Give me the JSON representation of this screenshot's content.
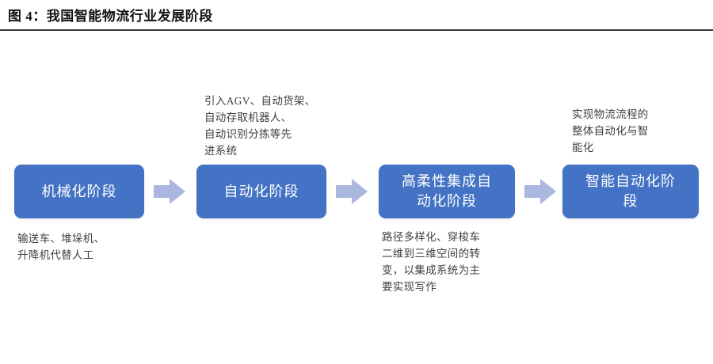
{
  "header": {
    "figure_title": "图 4：我国智能物流行业发展阶段"
  },
  "colors": {
    "box_fill": "#4472C4",
    "box_text": "#FFFFFF",
    "arrow_fill": "#AAB7DE",
    "note_text": "#404040",
    "rule": "#3A3A3A",
    "background": "#FFFFFF"
  },
  "diagram": {
    "type": "horizontal-process-flow",
    "stage_count": 4,
    "arrow_count": 3,
    "stages": [
      {
        "id": "stage-1",
        "label": "机械化阶段",
        "note_position": "below",
        "note": "输送车、堆垛机、\n升降机代替人工"
      },
      {
        "id": "stage-2",
        "label": "自动化阶段",
        "note_position": "above",
        "note": "引入AGV、自动货架、\n自动存取机器人、\n自动识别分拣等先\n进系统"
      },
      {
        "id": "stage-3",
        "label": "高柔性集成自\n动化阶段",
        "note_position": "below",
        "note": "路径多样化、穿梭车\n二维到三维空间的转\n变，以集成系统为主\n要实现写作"
      },
      {
        "id": "stage-4",
        "label": "智能自动化阶\n段",
        "note_position": "above",
        "note": "实现物流流程的\n整体自动化与智\n能化"
      }
    ],
    "arrows": [
      {
        "id": "arrow-1",
        "from": "stage-1",
        "to": "stage-2",
        "glyph": "right-arrow"
      },
      {
        "id": "arrow-2",
        "from": "stage-2",
        "to": "stage-3",
        "glyph": "right-arrow"
      },
      {
        "id": "arrow-3",
        "from": "stage-3",
        "to": "stage-4",
        "glyph": "right-arrow"
      }
    ]
  }
}
